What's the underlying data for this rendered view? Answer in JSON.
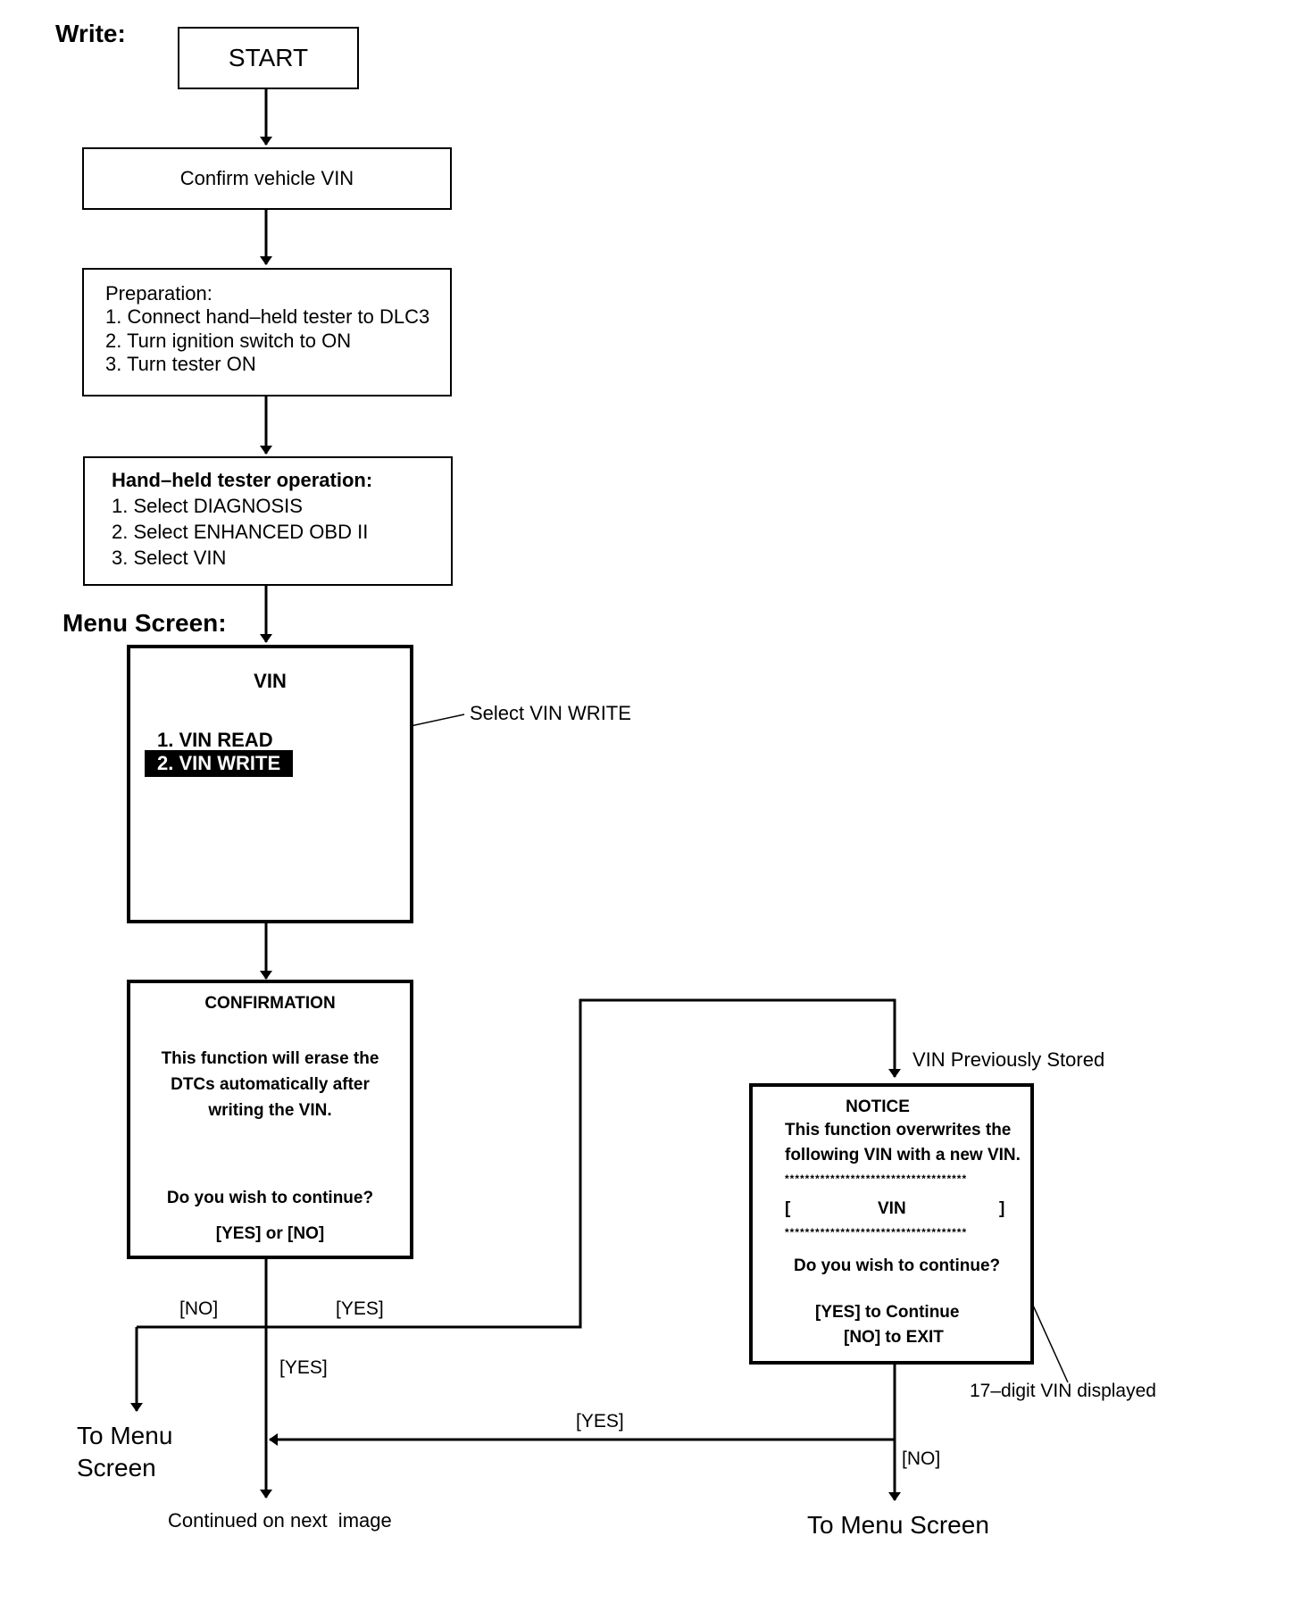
{
  "write_label": "Write:",
  "start": "START",
  "confirm_vin": "Confirm vehicle VIN",
  "preparation": {
    "title": "Preparation:",
    "steps": [
      "1. Connect hand–held tester to DLC3",
      "2. Turn ignition switch to ON",
      "3. Turn tester ON"
    ]
  },
  "tester_operation": {
    "title": "Hand–held tester operation:",
    "steps": [
      "1. Select DIAGNOSIS",
      "2. Select ENHANCED OBD II",
      "3. Select VIN"
    ]
  },
  "menu_screen_label": "Menu Screen:",
  "menu_screen": {
    "title": "VIN",
    "item_read": "1. VIN READ",
    "item_write": "2. VIN WRITE",
    "callout": "Select VIN WRITE"
  },
  "confirmation": {
    "title": "CONFIRMATION",
    "line1": "This function will erase the",
    "line2": "DTCs automatically after",
    "line3": "writing the VIN.",
    "question": "Do you wish to continue?",
    "options": "[YES] or [NO]"
  },
  "vin_previously_stored": "VIN Previously Stored",
  "notice": {
    "title": "NOTICE",
    "line1": "This function overwrites the",
    "line2": "following VIN with a new VIN.",
    "stars": "************************************",
    "bracket_open": "[",
    "vin": "VIN",
    "bracket_close": "]",
    "question": "Do you wish to continue?",
    "yes": "[YES] to Continue",
    "no": "[NO] to EXIT"
  },
  "vin_callout": "17–digit VIN displayed",
  "labels": {
    "no_left": "[NO]",
    "yes_top": "[YES]",
    "yes_mid": "[YES]",
    "yes_bottom": "[YES]",
    "no_right": "[NO]"
  },
  "to_menu_left_line1": "To Menu",
  "to_menu_left_line2": "Screen",
  "continued": "Continued on next  image",
  "to_menu_right": "To Menu Screen"
}
